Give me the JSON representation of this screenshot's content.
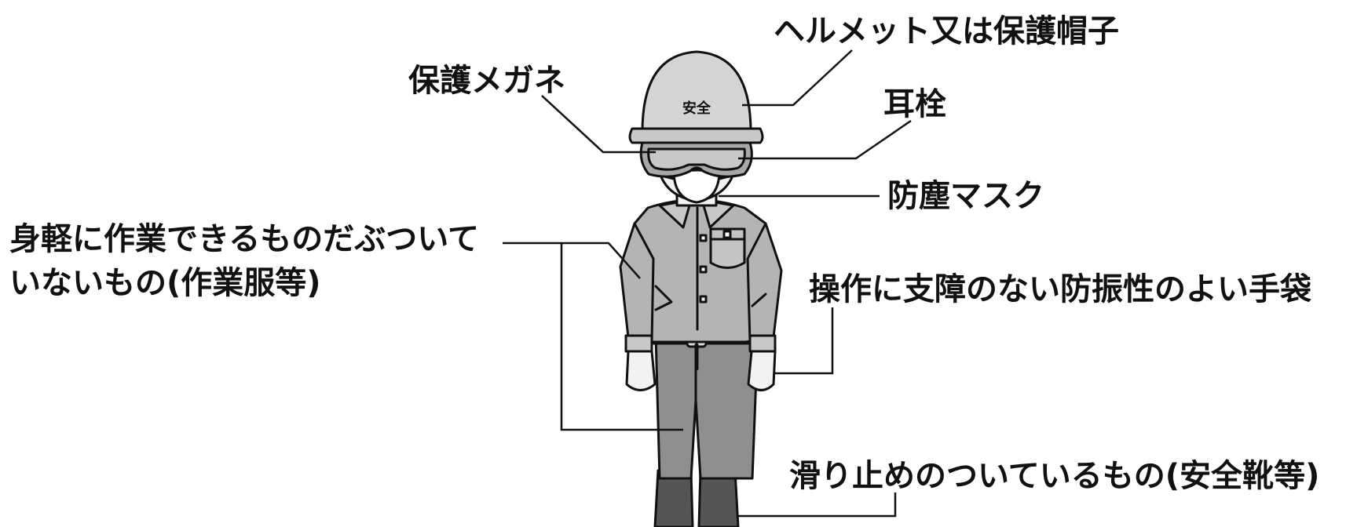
{
  "labels": {
    "helmet": "ヘルメット又は保護帽子",
    "goggles": "保護メガネ",
    "earplug": "耳栓",
    "mask": "防塵マスク",
    "clothing_line1": "身軽に作業できるものだぶついて",
    "clothing_line2": "いないもの(作業服等)",
    "gloves": "操作に支障のない防振性のよい手袋",
    "shoes": "滑り止めのついているもの(安全靴等)"
  },
  "helmet_text": "安全",
  "colors": {
    "outline": "#111111",
    "helmet": "#d4d4d4",
    "shirt": "#b4b4b4",
    "pants": "#8f8f8f",
    "boots": "#555555",
    "skin": "#f2f2f2",
    "goggles": "#a8a8a8"
  }
}
